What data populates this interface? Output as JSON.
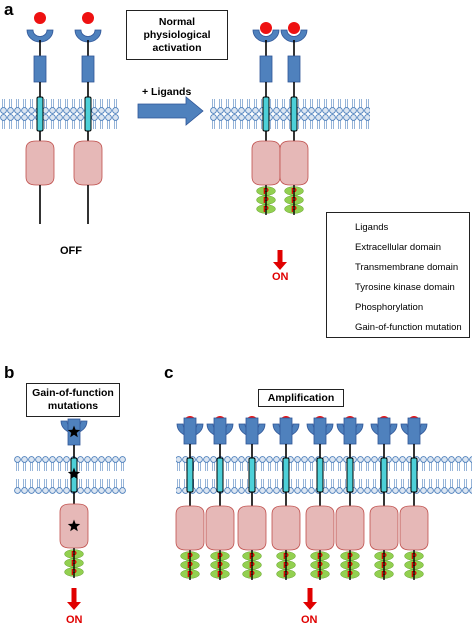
{
  "panels": {
    "a": {
      "letter": "a",
      "title_line1": "Normal",
      "title_line2": "physiological",
      "title_line3": "activation",
      "arrow_label": "+ Ligands",
      "off_label": "OFF",
      "on_label": "ON"
    },
    "b": {
      "letter": "b",
      "title_line1": "Gain-of-function",
      "title_line2": "mutations",
      "on_label": "ON"
    },
    "c": {
      "letter": "c",
      "title": "Amplification",
      "on_label": "ON"
    }
  },
  "legend": {
    "items": [
      {
        "label": "Ligands",
        "icon": "ligand-dot",
        "color": "#ee1111"
      },
      {
        "label": "Extracellular domain",
        "icon": "extracellular-rect",
        "color": "#4f81bd"
      },
      {
        "label": "Transmembrane domain",
        "icon": "transmembrane-rect",
        "color": "#4dd0d8"
      },
      {
        "label": "Tyrosine kinase domain",
        "icon": "kinase-rect",
        "color": "#e6b8b7"
      },
      {
        "label": "Phosphorylation",
        "icon": "phospho-ellipse",
        "color": "#92d050"
      },
      {
        "label": "Gain-of-function mutation",
        "icon": "star",
        "color": "#000000"
      }
    ]
  },
  "phospho_letter": "P",
  "colors": {
    "ligand": "#ee1111",
    "extracellular": "#4f81bd",
    "transmembrane": "#4dd0d8",
    "kinase_fill": "#e6b8b7",
    "kinase_stroke": "#c0504d",
    "phospho": "#92d050",
    "membrane": "#4f81bd",
    "arrow": "#e00000",
    "big_arrow": "#4f81bd"
  }
}
